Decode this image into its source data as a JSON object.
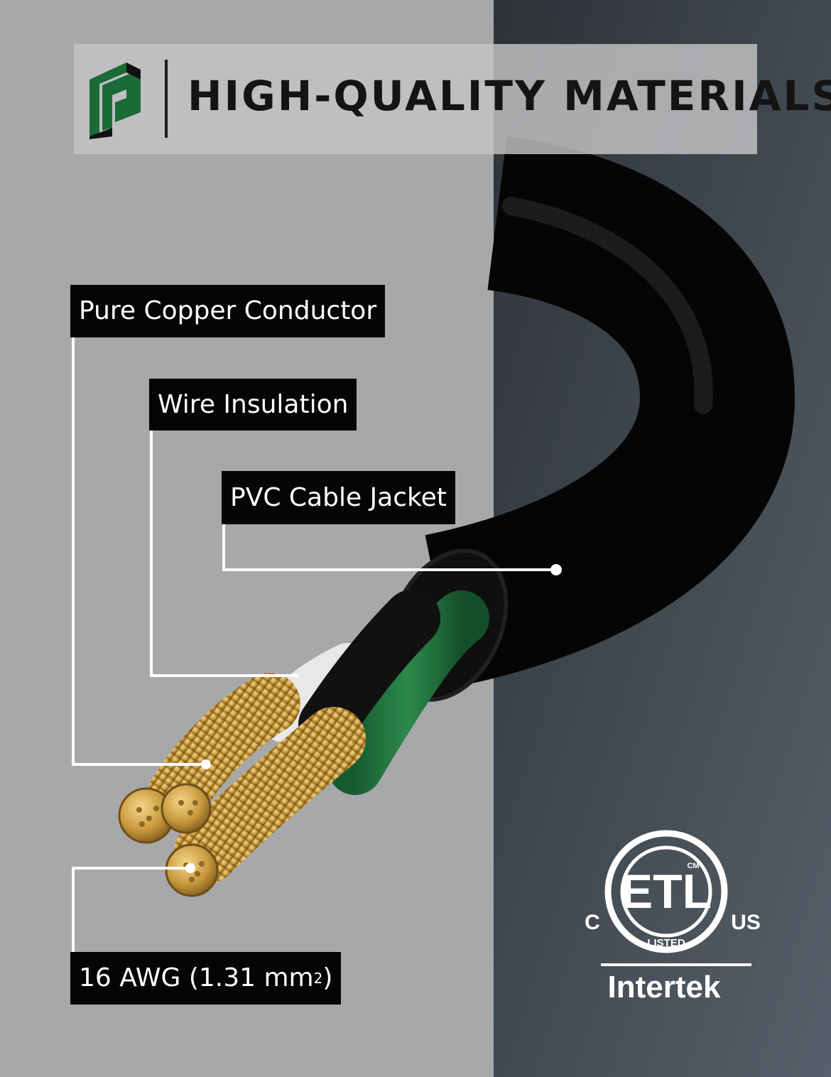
{
  "header": {
    "title": "HIGH-QUALITY MATERIALS",
    "logo_icon": "brand-logo-icon"
  },
  "callouts": {
    "conductor": "Pure Copper Conductor",
    "insulation": "Wire Insulation",
    "jacket": "PVC Cable Jacket",
    "gauge": "16 AWG (1.31 mm",
    "gauge_sup": "2",
    "gauge_close": ")"
  },
  "certification": {
    "mark_letters": "ETL",
    "cm": "CM",
    "left": "C",
    "right": "US",
    "listed": "LISTED",
    "name": "Intertek"
  },
  "colors": {
    "left_bg": "#a7a8aa",
    "right_bg": "#3d444b",
    "jacket": "#121212",
    "ground_wire": "#1f6f3a",
    "copper": "#c79a3c",
    "logo_green": "#1a6b37"
  }
}
